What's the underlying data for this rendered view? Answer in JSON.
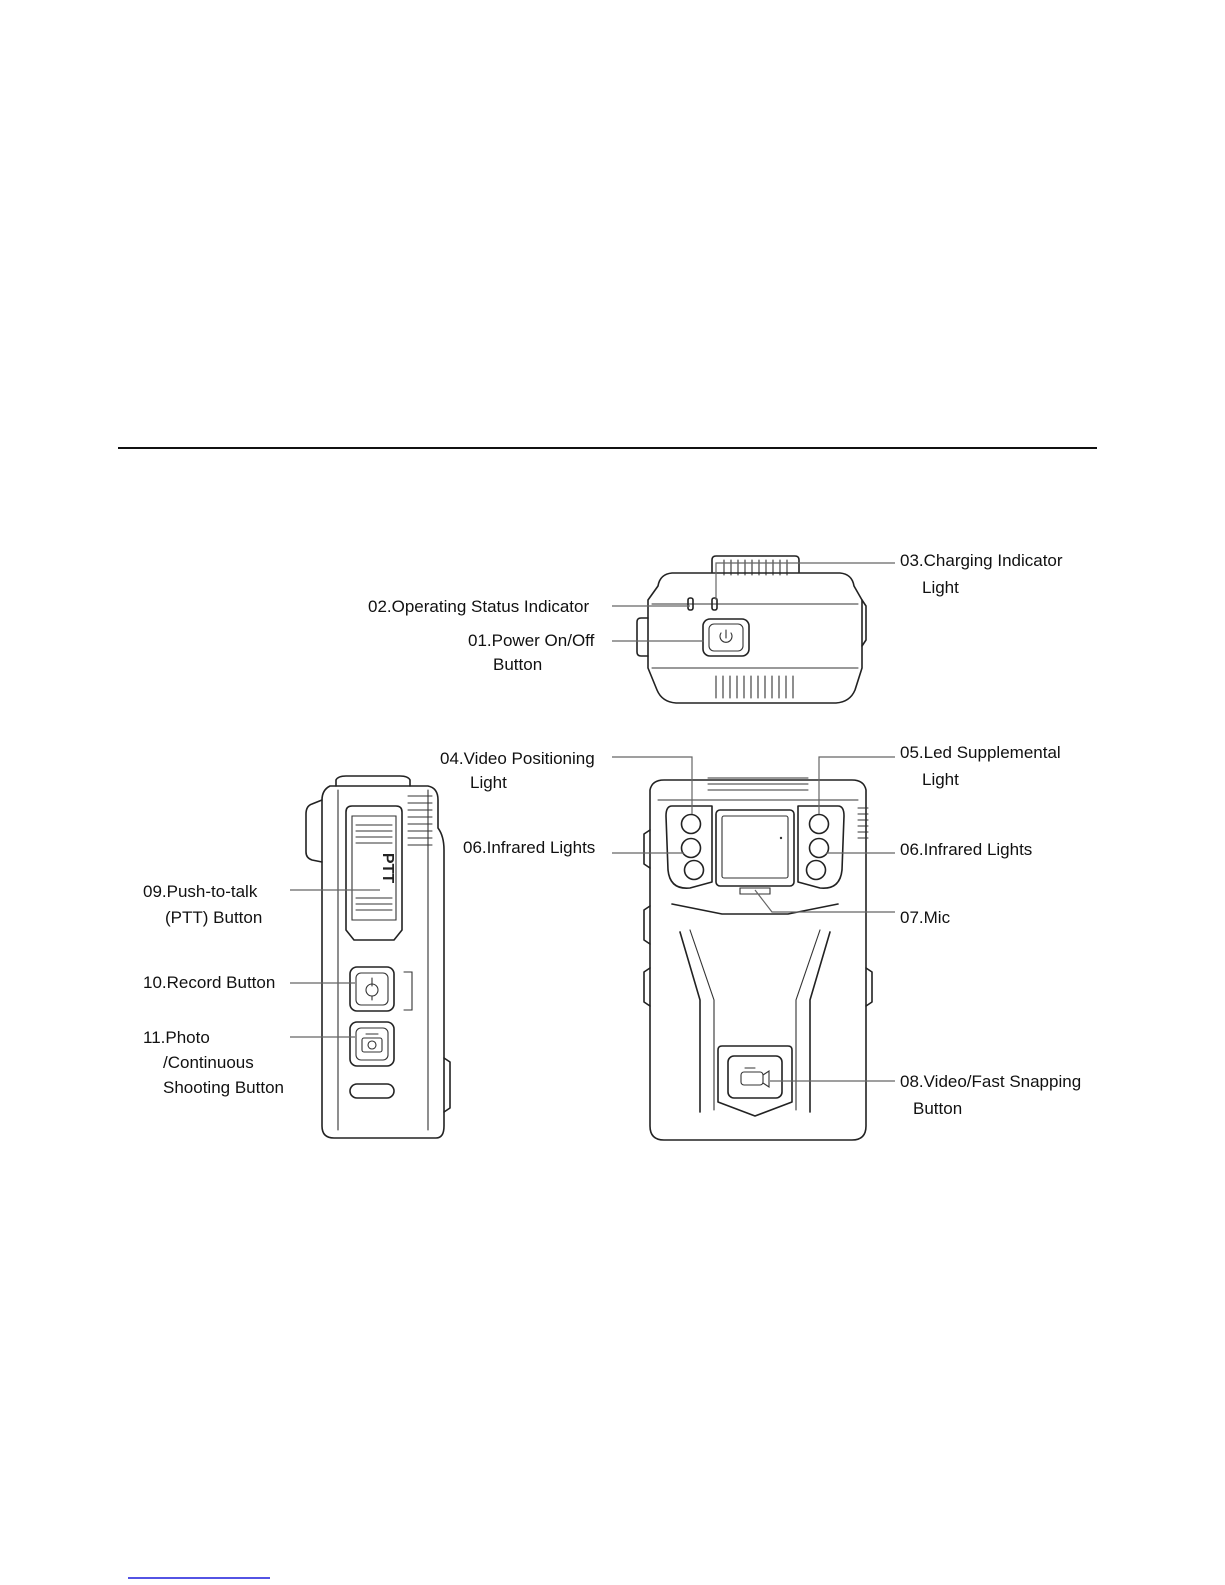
{
  "labels": {
    "l01": "01.Power On/Off",
    "l01b": "Button",
    "l02": "02.Operating Status Indicator",
    "l03": "03.Charging Indicator",
    "l03b": "Light",
    "l04": "04.Video Positioning",
    "l04b": "Light",
    "l05": "05.Led Supplemental",
    "l05b": "Light",
    "l06a": "06.Infrared Lights",
    "l06b": "06.Infrared Lights",
    "l07": "07.Mic",
    "l08": "08.Video/Fast Snapping",
    "l08b": "Button",
    "l09": "09.Push-to-talk",
    "l09b": "(PTT) Button",
    "l10": "10.Record Button",
    "l11": "11.Photo",
    "l11b": "/Continuous",
    "l11c": "Shooting Button"
  },
  "device": {
    "ptt_text": "PTT"
  },
  "colors": {
    "line": "#222222",
    "text": "#111111",
    "footer_rule": "#1a1adb"
  }
}
